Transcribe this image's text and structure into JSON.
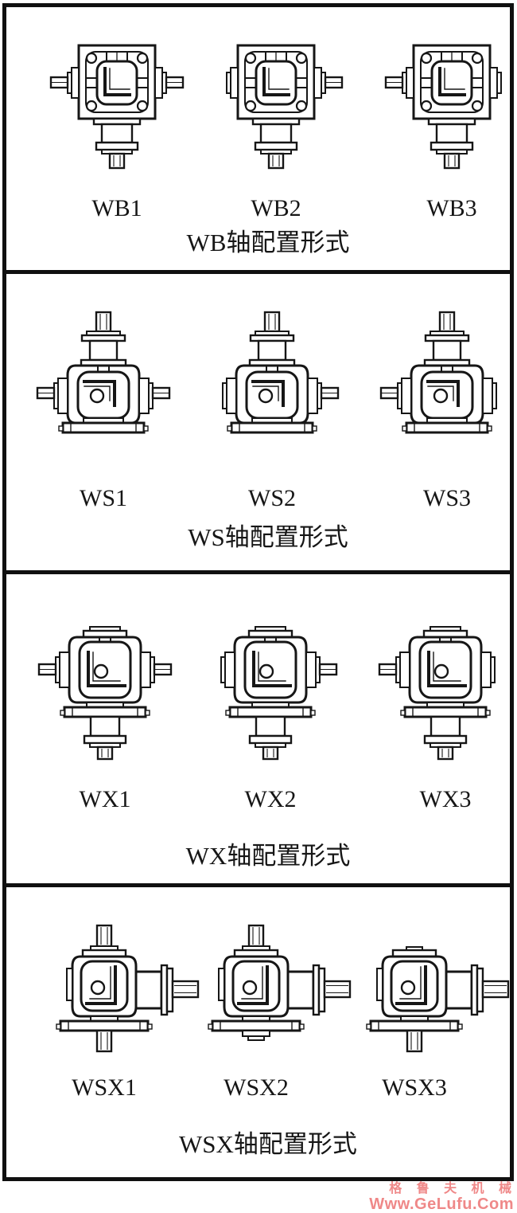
{
  "panels": [
    {
      "id": "WB",
      "caption": "WB轴配置形式",
      "items": [
        {
          "label": "WB1",
          "type": "WB",
          "shafts": [
            "left",
            "right",
            "bottom"
          ]
        },
        {
          "label": "WB2",
          "type": "WB",
          "shafts": [
            "right",
            "bottom"
          ]
        },
        {
          "label": "WB3",
          "type": "WB",
          "shafts": [
            "left",
            "bottom"
          ]
        }
      ]
    },
    {
      "id": "WS",
      "caption": "WS轴配置形式",
      "items": [
        {
          "label": "WS1",
          "type": "WS",
          "shafts": [
            "left",
            "right",
            "top"
          ]
        },
        {
          "label": "WS2",
          "type": "WS",
          "shafts": [
            "right",
            "top"
          ]
        },
        {
          "label": "WS3",
          "type": "WS",
          "shafts": [
            "left",
            "top"
          ]
        }
      ]
    },
    {
      "id": "WX",
      "caption": "WX轴配置形式",
      "items": [
        {
          "label": "WX1",
          "type": "WX",
          "shafts": [
            "left",
            "right",
            "bottom"
          ]
        },
        {
          "label": "WX2",
          "type": "WX",
          "shafts": [
            "right",
            "bottom"
          ]
        },
        {
          "label": "WX3",
          "type": "WX",
          "shafts": [
            "left",
            "bottom"
          ]
        }
      ]
    },
    {
      "id": "WSX",
      "caption": "WSX轴配置形式",
      "items": [
        {
          "label": "WSX1",
          "type": "WSX",
          "shafts": [
            "top",
            "right",
            "bottom"
          ]
        },
        {
          "label": "WSX2",
          "type": "WSX",
          "shafts": [
            "top",
            "right"
          ]
        },
        {
          "label": "WSX3",
          "type": "WSX",
          "shafts": [
            "right",
            "bottom"
          ]
        }
      ]
    }
  ],
  "watermark": {
    "line1": "格 鲁 夫 机 械",
    "line2": "Www.GeLufu.Com",
    "color": "#ef8888"
  },
  "line_color": "#161616"
}
